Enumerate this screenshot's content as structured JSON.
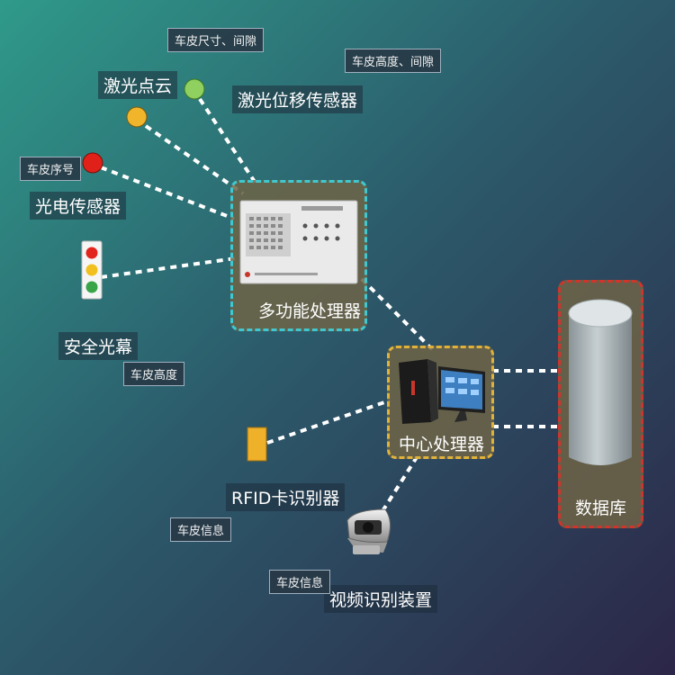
{
  "nodes": {
    "laser_point_cloud": "激光点云",
    "laser_displacement_sensor": "激光位移传感器",
    "photoelectric_sensor": "光电传感器",
    "safety_light_curtain": "安全光幕",
    "multifunction_processor": "多功能处理器",
    "central_processor": "中心处理器",
    "database": "数据库",
    "rfid_reader": "RFID卡识别器",
    "video_device": "视频识别装置"
  },
  "tags": {
    "laser_point_cloud": "车皮尺寸、间隙",
    "laser_displacement_sensor": "车皮高度、间隙",
    "photoelectric_sensor": "车皮序号",
    "safety_light_curtain": "车皮高度",
    "rfid_reader": "车皮信息",
    "video_device": "车皮信息"
  },
  "colors": {
    "dashed_link": "#ffffff",
    "multifunction_border": "#3fc8d0",
    "central_border": "#e0b23a",
    "database_border": "#d0342a",
    "rfid_card": "#f0b12a"
  }
}
